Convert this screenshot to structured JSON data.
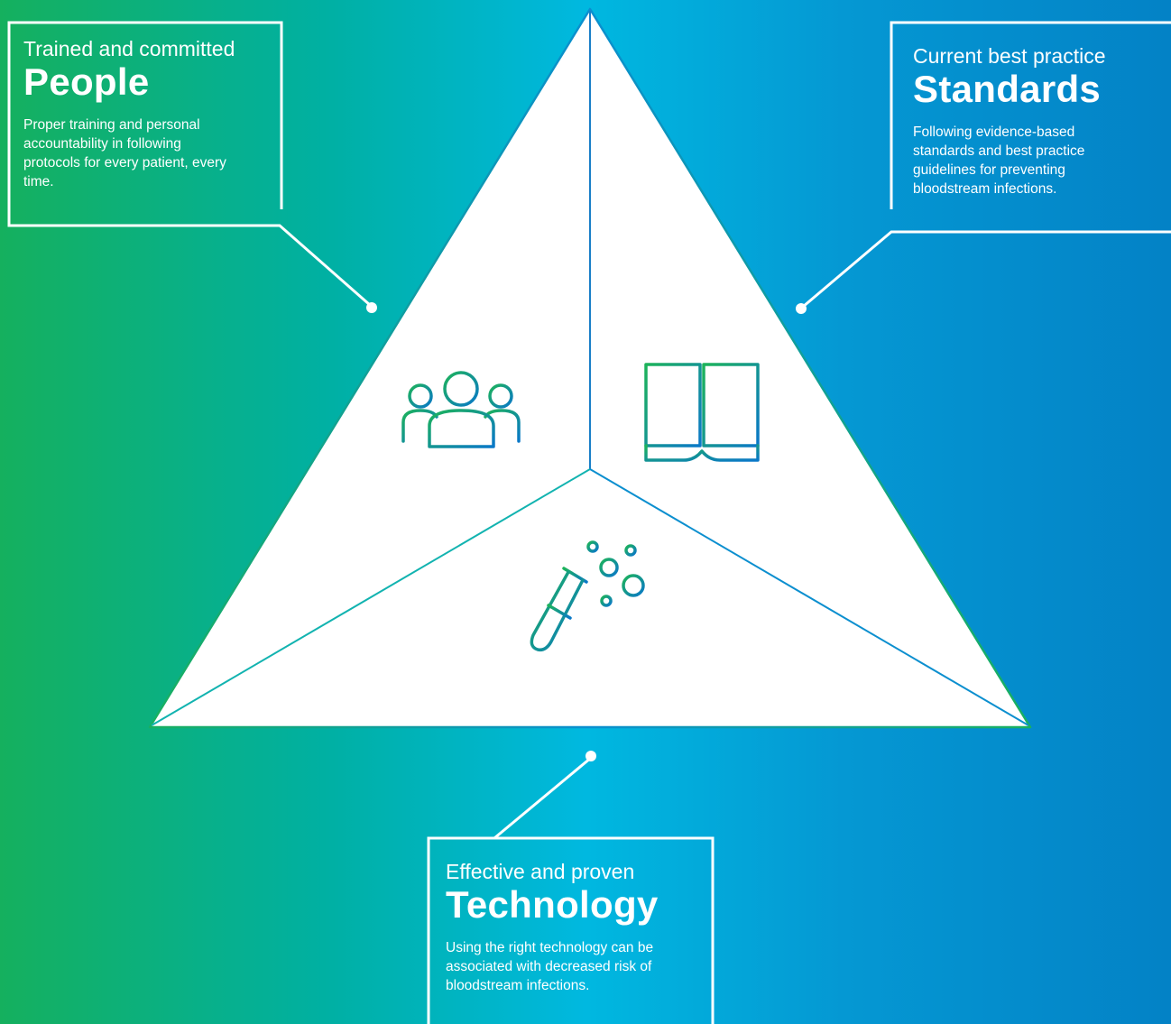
{
  "people": {
    "kicker": "Trained and committed",
    "title": "People",
    "description": "Proper training and personal accountability in following protocols for every patient, every time.",
    "icon": "people-group-icon"
  },
  "standards": {
    "kicker": "Current best practice",
    "title": "Standards",
    "description": "Following evidence-based standards and best practice guidelines for preventing bloodstream infections.",
    "icon": "open-book-icon"
  },
  "technology": {
    "kicker": "Effective and proven",
    "title": "Technology",
    "description": "Using the right technology can be associated with decreased risk of bloodstream infections.",
    "icon": "test-tube-bubbles-icon"
  },
  "colors": {
    "green": "#15b05e",
    "cyan": "#00b8e0",
    "blue": "#0382c6",
    "white": "#ffffff"
  }
}
